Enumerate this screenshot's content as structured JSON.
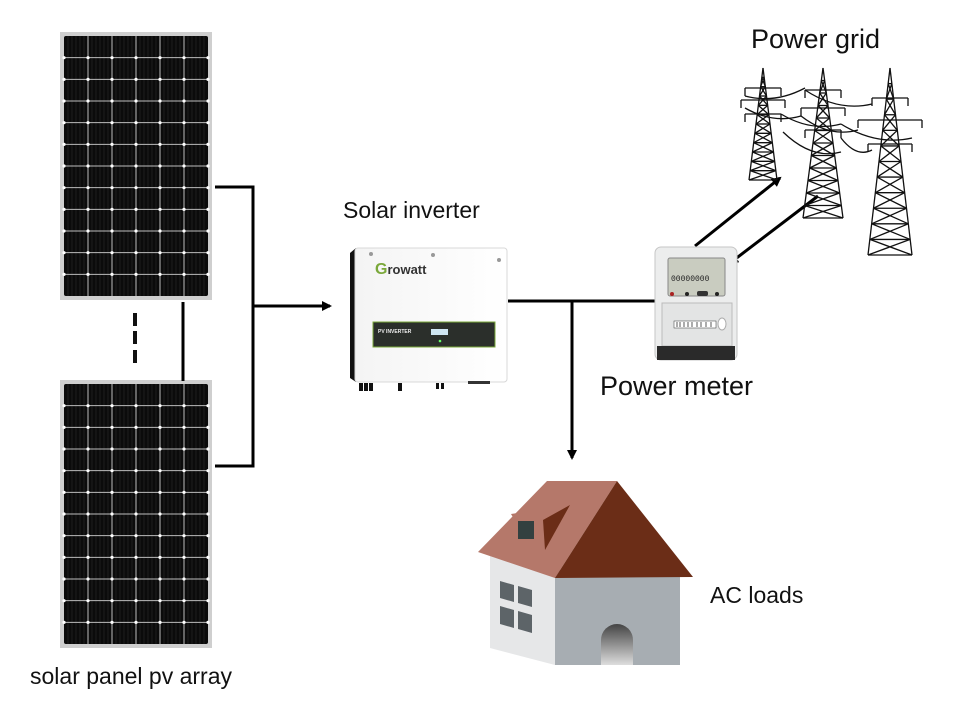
{
  "labels": {
    "power_grid": "Power grid",
    "solar_inverter": "Solar inverter",
    "power_meter": "Power meter",
    "ac_loads": "AC loads",
    "pv_array": "solar panel pv array"
  },
  "inverter": {
    "brand": "Growatt",
    "panel_text": "PV INVERTER"
  },
  "meter": {
    "display_reading": "00000000"
  },
  "colors": {
    "panel_cell": "#0b0b0b",
    "panel_frame": "#cfcfcf",
    "roof_light": "#b5786a",
    "roof_dark": "#6b2d17",
    "wall_light": "#e6e7e8",
    "wall_shade": "#a7adb2",
    "window": "#5d6468",
    "brand_green": "#7aa83a",
    "line": "#000000"
  }
}
